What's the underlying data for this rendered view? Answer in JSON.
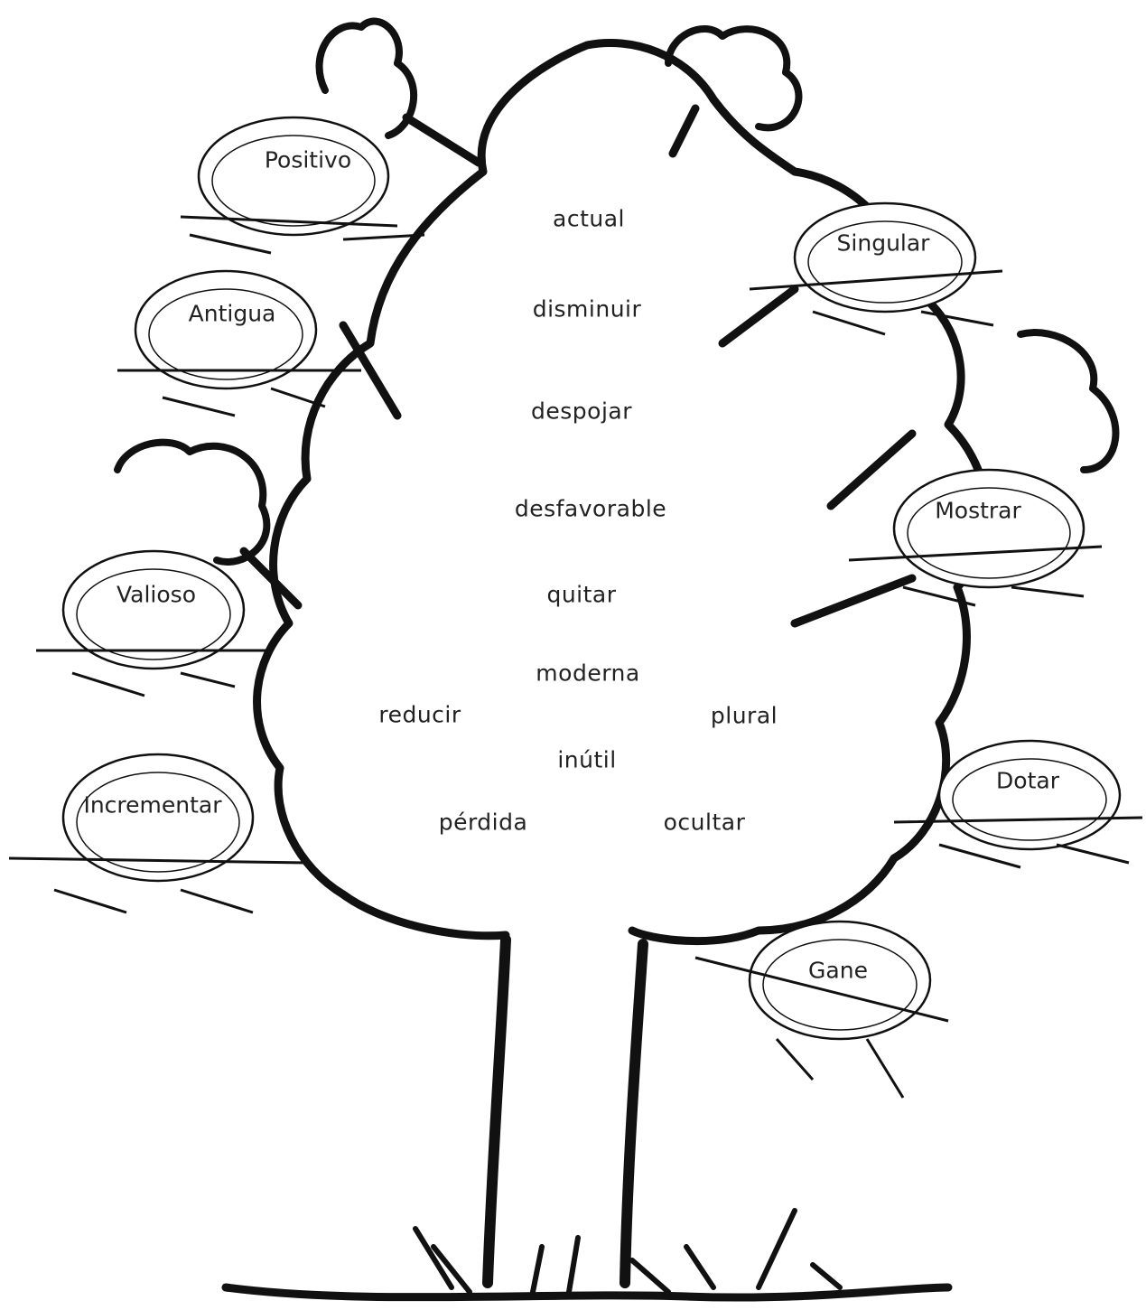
{
  "nest_words": [
    "Positivo",
    "Antigua",
    "Valioso",
    "Incrementar",
    "Singular",
    "Mostrar",
    "Dotar",
    "Gane"
  ],
  "tree_words": [
    "actual",
    "disminuir",
    "despojar",
    "desfavorable",
    "quitar",
    "moderna",
    "reducir",
    "plural",
    "inútil",
    "pérdida",
    "ocultar"
  ],
  "colors": {
    "ink": "#111111",
    "background": "#ffffff"
  }
}
